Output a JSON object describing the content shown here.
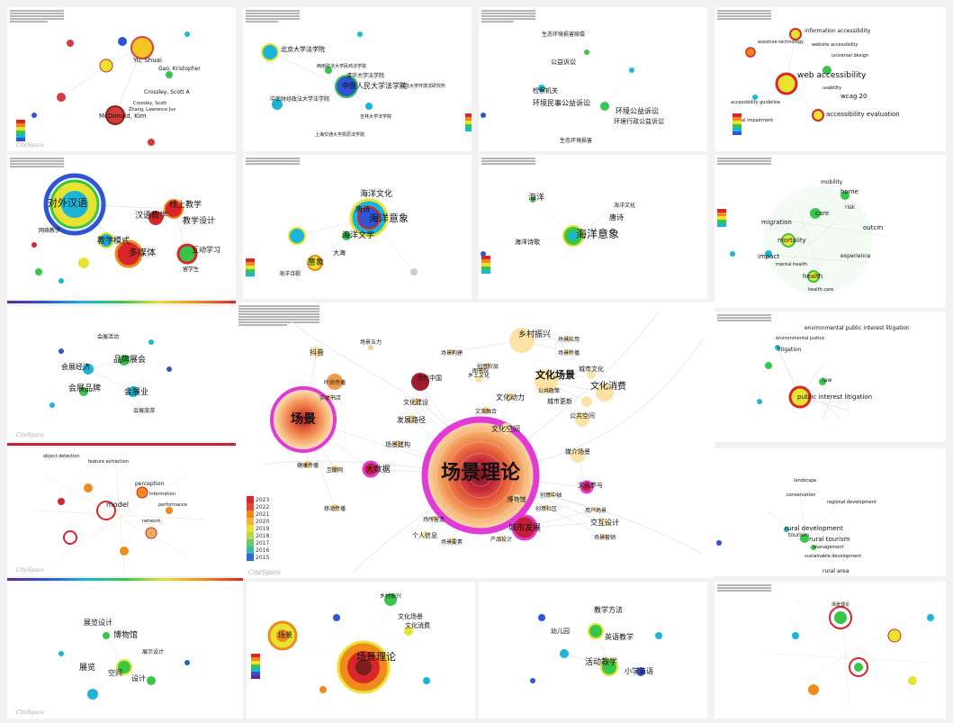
{
  "panels": {
    "p1": {
      "labels": [
        "Yu, Shuai",
        "Gao, Kristopher",
        "Crossley, Scott A",
        "McDonald, Kim",
        "Crossley, Scott",
        "Zhang, Lawrence Jun"
      ]
    },
    "p2": {
      "labels": [
        "北京大学法学院",
        "中国人民大学法学院",
        "西南政法大学民商法学院",
        "武汉大学环境法研究所",
        "吉林大学法学院",
        "中南财经政法大学法学院",
        "清华大学法学院",
        "上海交通大学凯原法学院"
      ]
    },
    "p3": {
      "labels": [
        "生态环境损害赔偿",
        "公益诉讼",
        "检察机关",
        "环境民事公益诉讼",
        "环境公益诉讼",
        "环境行政公益诉讼",
        "生态环境损害"
      ]
    },
    "p4": {
      "labels": [
        "information accessibility",
        "assistive technology",
        "website accessibility",
        "universal design",
        "web accessibility",
        "usability",
        "wcag 20",
        "accessibility guideline",
        "accessibility evaluation",
        "visual impairment"
      ]
    },
    "p5": {
      "labels": [
        "对外汉语",
        "线上教学",
        "汉语教学",
        "教学设计",
        "多媒体",
        "教学模式",
        "互动学习",
        "网络教学",
        "留学生"
      ]
    },
    "p6": {
      "labels": [
        "海洋文化",
        "海洋意象",
        "海洋文学",
        "唐诗",
        "意象",
        "大海",
        "海洋诗歌"
      ]
    },
    "p7": {
      "labels": [
        "海洋",
        "海洋意象",
        "海洋诗歌",
        "唐诗",
        "海洋文化"
      ]
    },
    "p8": {
      "labels": [
        "mobility",
        "home",
        "migration",
        "care",
        "mortality",
        "risk",
        "outcm",
        "impact",
        "health",
        "experience",
        "mental health",
        "health care"
      ]
    },
    "p9": {
      "labels": [
        "会展经济",
        "品牌展会",
        "会展业",
        "会展品牌",
        "会展活动",
        "会展旅游"
      ]
    },
    "p10": {
      "labels": [
        "environmental public interest litigation",
        "environmental justice",
        "litigation",
        "law",
        "public interest litigation"
      ]
    },
    "p11": {
      "labels": [
        "object detection",
        "feature extraction",
        "model",
        "information",
        "perception",
        "performance",
        "network"
      ]
    },
    "p12": {
      "labels": [
        "landscape",
        "conservation",
        "regional development",
        "rural development",
        "tourism",
        "rural tourism",
        "management",
        "sustainable development",
        "rural area"
      ]
    },
    "p13": {
      "labels": [
        "展览设计",
        "博物馆",
        "展览",
        "空间",
        "设计",
        "展示设计"
      ]
    },
    "p14": {
      "labels": [
        "场景理论",
        "场景",
        "乡村振兴",
        "文化场景",
        "文化消费"
      ]
    },
    "p15": {
      "labels": [
        "教学方法",
        "英语教学",
        "活动教学",
        "小学英语",
        "幼儿园"
      ]
    },
    "p16": {
      "labels": [
        "场景理论"
      ]
    }
  },
  "main": {
    "legend_years": [
      "2023",
      "2022",
      "2021",
      "2020",
      "2019",
      "2018",
      "2017",
      "2016",
      "2015"
    ],
    "nodes": [
      {
        "id": "n1",
        "label": "场景理论"
      },
      {
        "id": "n2",
        "label": "场景"
      },
      {
        "id": "n3",
        "label": "乡村振兴"
      },
      {
        "id": "n4",
        "label": "文化场景"
      },
      {
        "id": "n5",
        "label": "文化消费"
      },
      {
        "id": "n6",
        "label": "城市文化"
      },
      {
        "id": "n7",
        "label": "城市更新"
      },
      {
        "id": "n8",
        "label": "公共空间"
      },
      {
        "id": "n9",
        "label": "城市发展"
      },
      {
        "id": "n10",
        "label": "大数据"
      },
      {
        "id": "n11",
        "label": "抖音"
      },
      {
        "id": "n12",
        "label": "场景五力"
      },
      {
        "id": "n13",
        "label": "叶尚传播"
      },
      {
        "id": "n14",
        "label": "实体书店"
      },
      {
        "id": "n15",
        "label": "当代中国"
      },
      {
        "id": "n16",
        "label": "文化建设"
      },
      {
        "id": "n17",
        "label": "发展路径"
      },
      {
        "id": "n18",
        "label": "场景建构"
      },
      {
        "id": "n19",
        "label": "健康传播"
      },
      {
        "id": "n20",
        "label": "互联网"
      },
      {
        "id": "n21",
        "label": "移动传播"
      },
      {
        "id": "n22",
        "label": "个人信息"
      },
      {
        "id": "n23",
        "label": "场所营造"
      },
      {
        "id": "n24",
        "label": "场景要素"
      },
      {
        "id": "n25",
        "label": "产品设计"
      },
      {
        "id": "n26",
        "label": "博物馆"
      },
      {
        "id": "n27",
        "label": "创意中轴"
      },
      {
        "id": "n28",
        "label": "创意社区"
      },
      {
        "id": "n29",
        "label": "用户场景"
      },
      {
        "id": "n30",
        "label": "交互设计"
      },
      {
        "id": "n31",
        "label": "场景营销"
      },
      {
        "id": "n32",
        "label": "文化参与"
      },
      {
        "id": "n33",
        "label": "媒介场景"
      },
      {
        "id": "n34",
        "label": "文化动力"
      },
      {
        "id": "n35",
        "label": "文化空间"
      },
      {
        "id": "n36",
        "label": "文旅融合"
      },
      {
        "id": "n37",
        "label": "图书馆"
      },
      {
        "id": "n38",
        "label": "乡土文化"
      },
      {
        "id": "n39",
        "label": "创意阶层"
      },
      {
        "id": "n40",
        "label": "场景构建"
      },
      {
        "id": "n41",
        "label": "场景应用"
      },
      {
        "id": "n42",
        "label": "场景传播"
      },
      {
        "id": "n43",
        "label": "公共政策"
      }
    ]
  }
}
